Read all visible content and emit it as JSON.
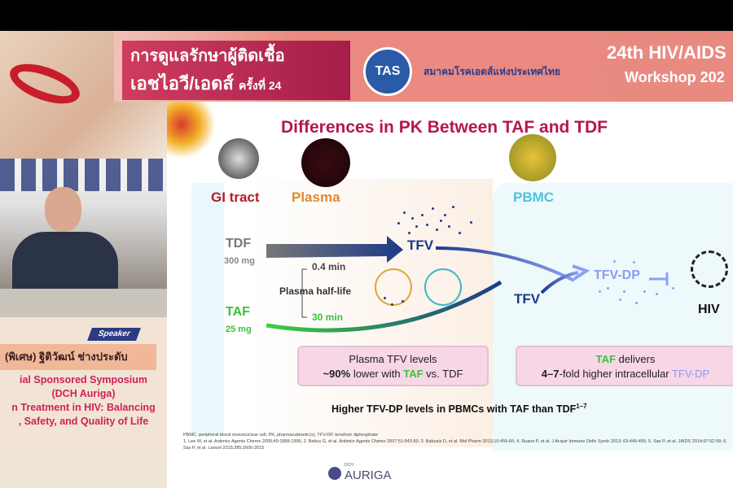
{
  "banner": {
    "thai_title_line1": "การดูแลรักษาผู้ติดเชื้อ",
    "thai_title_line2": "เอชไอวี/เอดส์",
    "thai_title_suffix": "ครั้งที่ 24",
    "tas_logo": "TAS",
    "society_name": "สมาคมโรคเอดส์แห่งประเทศไทย",
    "workshop_line1": "24th HIV/AIDS",
    "workshop_line2": "Workshop 202"
  },
  "speaker_panel": {
    "tag": "Speaker",
    "name": "(พิเศษ) ฐิติวัฒน์ ช่างประดับ",
    "lines": [
      "ial Sponsored Symposium",
      "(DCH Auriga)",
      "n Treatment in HIV: Balancing",
      ", Safety, and Quality of Life"
    ]
  },
  "slide": {
    "title": "Differences in PK Between TAF and TDF",
    "compartments": {
      "gi": "GI tract",
      "plasma": "Plasma",
      "pbmc": "PBMC"
    },
    "tdf": {
      "name": "TDF",
      "dose": "300 mg"
    },
    "taf": {
      "name": "TAF",
      "dose": "25 mg"
    },
    "tfv_plasma": "TFV",
    "tfv_cell": "TFV",
    "tfv_dp": "TFV-DP",
    "hiv": "HIV",
    "half_life": {
      "label": "Plasma half-life",
      "tdf": "0.4 min",
      "taf": "30 min"
    },
    "box_left": {
      "line1": "Plasma TFV levels",
      "pct": "~90%",
      "mid": " lower with ",
      "taf": "TAF",
      "end": " vs. TDF"
    },
    "box_right": {
      "taf": "TAF",
      "line1_rest": " delivers",
      "fold": "4–7",
      "mid": "-fold higher intracellular ",
      "tfvdp": "TFV-DP"
    },
    "conclusion": "Higher TFV-DP levels in PBMCs with TAF than TDF",
    "conclusion_sup": "1–7",
    "footnote_abbrev": "PBMC, peripheral blood mononuclear cell; PK, pharmacokinetic(s); TFV-DP, tenofovir diphosphate",
    "footnote_refs": "1. Lee W, et al. Antimicr Agents Chemo 2005;49:1898-1906; 2. Bekus G, et al. Antimicr Agents Chemo 2007;51:543-50; 3. Babusis D, et al. Mol Pharm 2013;10:459-66; 4. Ruane P, et al. J Acquir Immune Defic Syndr 2013; 63:449-455; 5. Sax P, et al. JAIDS 2014;67:52-58; 6. Sax P, et al. Lancet 2015;385:2606-2615",
    "sponsor_small": "DCH",
    "sponsor": "AURIGA"
  },
  "colors": {
    "title": "#b5174f",
    "gi": "#b81b2a",
    "plasma": "#e08a2a",
    "pbmc": "#4cc3de",
    "navy": "#1d3a8a",
    "green": "#3bc13b"
  }
}
